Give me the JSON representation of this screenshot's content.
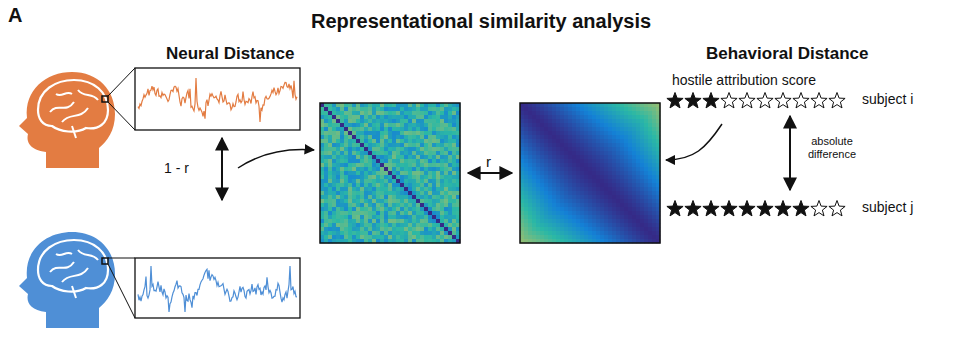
{
  "diagram": {
    "title": "Representational similarity analysis",
    "labels": [
      "A",
      "Neural Distance",
      "Behavioral Distance",
      "1 - r",
      "r",
      "hostile attribution score",
      "absolute difference",
      "subject i",
      "subject j"
    ]
  }
}
